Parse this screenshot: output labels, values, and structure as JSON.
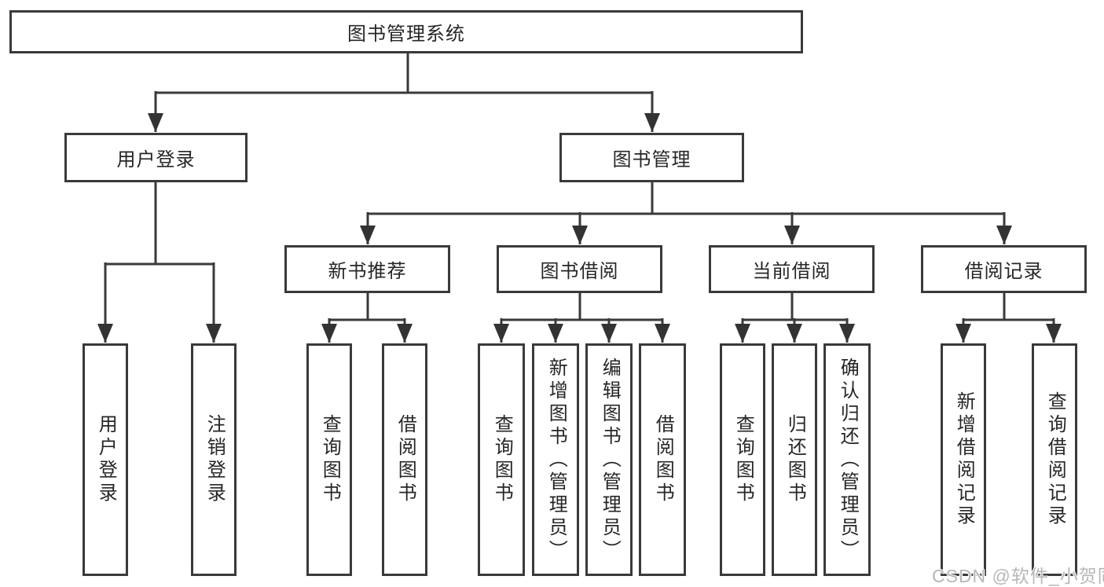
{
  "colors": {
    "line": "#3a3a3a",
    "box_border": "#3a3a3a",
    "text": "#262626",
    "watermark": "#b7b7b7",
    "background": "#ffffff"
  },
  "tree": {
    "label": "图书管理系统",
    "children": [
      {
        "label": "用户登录",
        "children": [
          {
            "label": "用户登录"
          },
          {
            "label": "注销登录"
          }
        ]
      },
      {
        "label": "图书管理",
        "children": [
          {
            "label": "新书推荐",
            "children": [
              {
                "label": "查询图书"
              },
              {
                "label": "借阅图书"
              }
            ]
          },
          {
            "label": "图书借阅",
            "children": [
              {
                "label": "查询图书"
              },
              {
                "label": "新增图书（管理员）"
              },
              {
                "label": "编辑图书（管理员）"
              },
              {
                "label": "借阅图书"
              }
            ]
          },
          {
            "label": "当前借阅",
            "children": [
              {
                "label": "查询图书"
              },
              {
                "label": "归还图书"
              },
              {
                "label": "确认归还（管理员）"
              }
            ]
          },
          {
            "label": "借阅记录",
            "children": [
              {
                "label": "新增借阅记录"
              },
              {
                "label": "查询借阅记录"
              }
            ]
          }
        ]
      }
    ]
  },
  "watermark": "CSDN @软件_小贺同学"
}
